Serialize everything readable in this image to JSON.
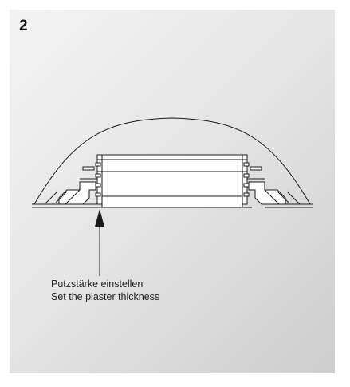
{
  "step": {
    "number": "2"
  },
  "caption": {
    "line_de": "Putzstärke einstellen",
    "line_en": "Set the plaster thickness"
  },
  "colors": {
    "panel_light": "#f3f3f3",
    "panel_dark": "#cdcdcd",
    "line": "#1a1a1a",
    "fill": "#ffffff"
  }
}
